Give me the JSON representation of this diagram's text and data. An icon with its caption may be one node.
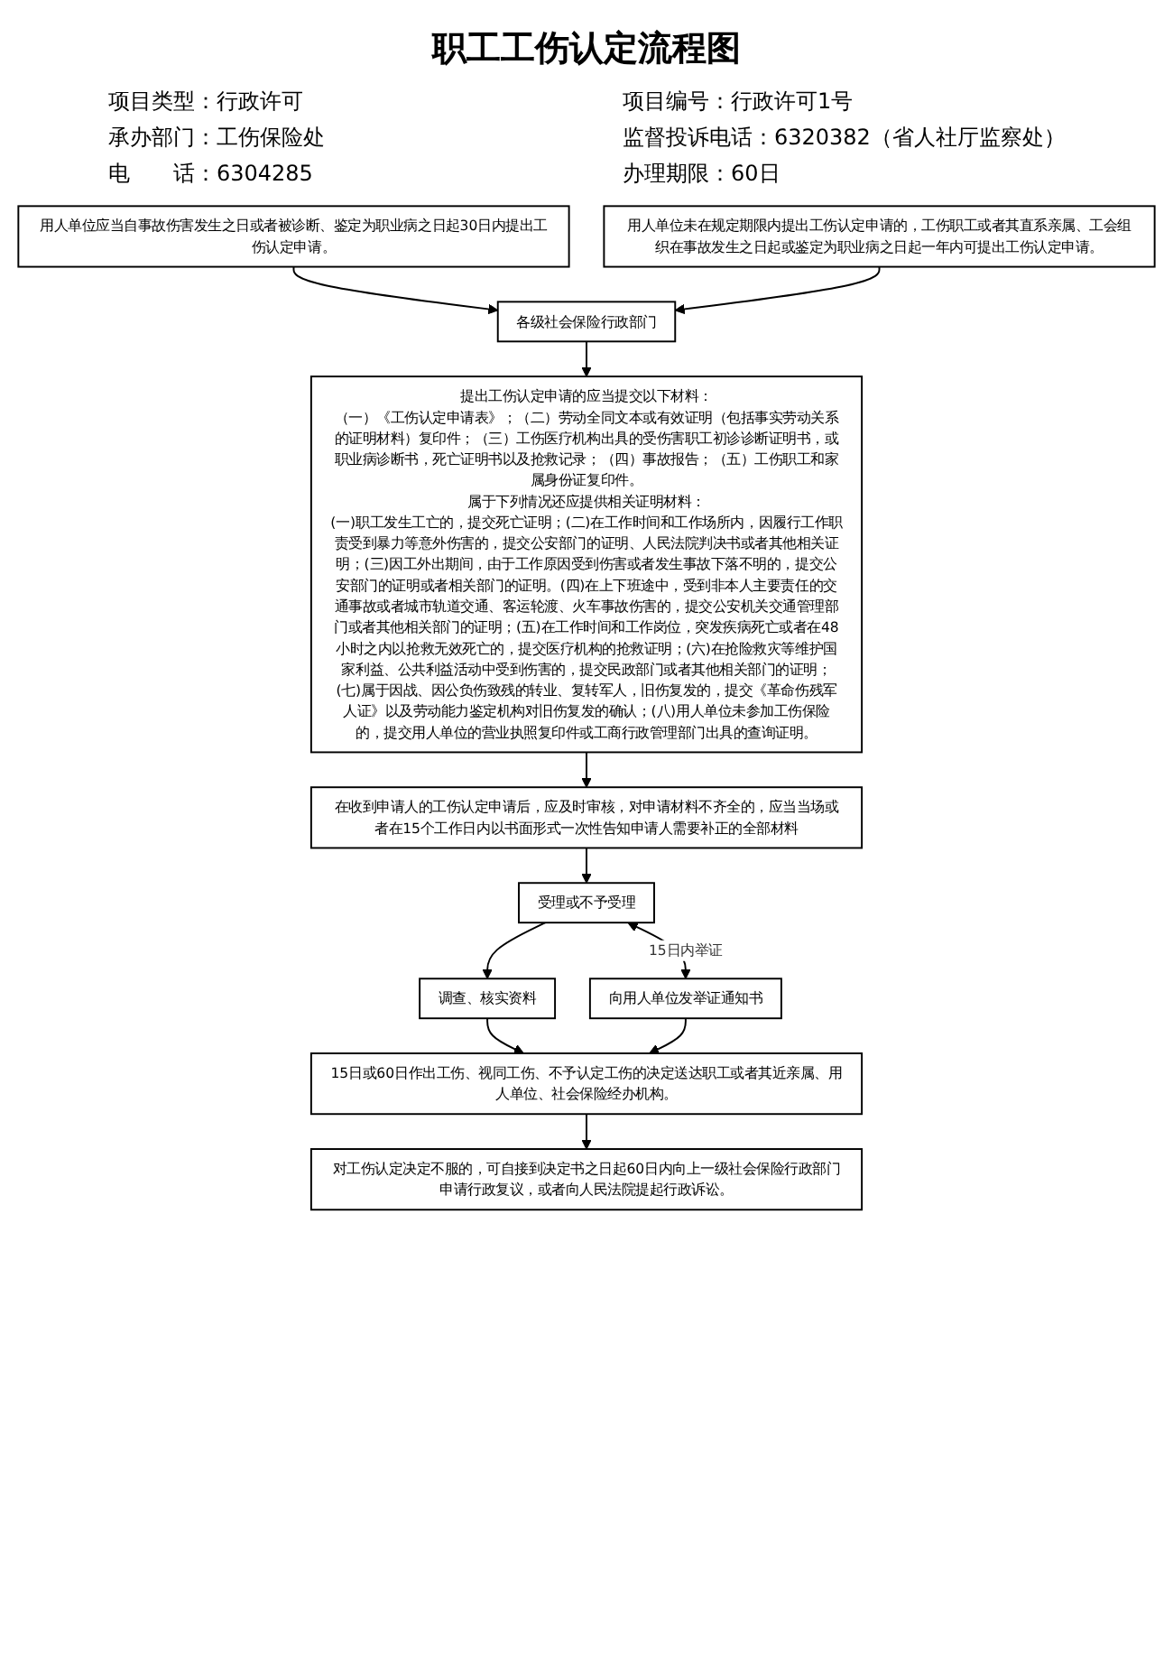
{
  "diagram": {
    "title": "职工工伤认定流程图",
    "nodes": [
      {
        "text": [
          "用人单位应当自事故伤害发生之日或者被诊断、鉴定为职业病之日起30日内提出工伤认定申请。"
        ]
      },
      {
        "text": [
          "用人单位未在规定期限内提出工伤认定申请的，工伤职工或者其直系亲属、工会组织在事故发生之日起或鉴定为职业病之日起一年内可提出工伤认定申请。"
        ]
      },
      {
        "text": [
          "各级社会保险行政部门"
        ]
      },
      {
        "text": [
          "提出工伤认定申请的应当提交以下材料：",
          "（一）《工伤认定申请表》；（二）劳动全同文本或有效证明（包括事实劳动关系的证明材料）复印件；（三）工伤医疗机构出具的受伤害职工初诊诊断证明书，或职业病诊断书，死亡证明书以及抢救记录；（四）事故报告；（五）工伤职工和家属身份证复印件。",
          "属于下列情况还应提供相关证明材料：",
          "(一)职工发生工亡的，提交死亡证明；(二)在工作时间和工作场所内，因履行工作职责受到暴力等意外伤害的，提交公安部门的证明、人民法院判决书或者其他相关证明；(三)因工外出期间，由于工作原因受到伤害或者发生事故下落不明的，提交公安部门的证明或者相关部门的证明。(四)在上下班途中，受到非本人主要责任的交通事故或者城市轨道交通、客运轮渡、火车事故伤害的，提交公安机关交通管理部门或者其他相关部门的证明；(五)在工作时间和工作岗位，突发疾病死亡或者在48小时之内以抢救无效死亡的，提交医疗机构的抢救证明；(六)在抢险救灾等维护国家利益、公共利益活动中受到伤害的，提交民政部门或者其他相关部门的证明；(七)属于因战、因公负伤致残的转业、复转军人，旧伤复发的，提交《革命伤残军人证》以及劳动能力鉴定机构对旧伤复发的确认；(八)用人单位未参加工伤保险的，提交用人单位的营业执照复印件或工商行政管理部门出具的查询证明。"
        ]
      },
      {
        "text": [
          "在收到申请人的工伤认定申请后，应及时审核，对申请材料不齐全的，应当当场或者在15个工作日内以书面形式一次性告知申请人需要补正的全部材料"
        ]
      },
      {
        "text": [
          "受理或不予受理"
        ]
      },
      {
        "text": [
          "调查、核实资料"
        ]
      },
      {
        "text": [
          "向用人单位发举证通知书"
        ]
      },
      {
        "text": [
          "15日或60日作出工伤、视同工伤、不予认定工伤的决定送达职工或者其近亲属、用人单位、社会保险经办机构。"
        ]
      },
      {
        "text": [
          "对工伤认定决定不服的，可自接到决定书之日起60日内向上一级社会保险行政部门申请行政复议，或者向人民法院提起行政诉讼。"
        ]
      }
    ],
    "edges": [
      {
        "from": 0,
        "to": 2,
        "arrow": "to"
      },
      {
        "from": 1,
        "to": 2,
        "arrow": "to"
      },
      {
        "from": 2,
        "to": 3,
        "arrow": "to"
      },
      {
        "from": 3,
        "to": 4,
        "arrow": "to"
      },
      {
        "from": 4,
        "to": 5,
        "arrow": "to"
      },
      {
        "from": 5,
        "to": 6,
        "arrow": "to"
      },
      {
        "from": 5,
        "to": 7,
        "arrow": "both",
        "label": "15日内举证"
      },
      {
        "from": 6,
        "to": 8,
        "arrow": "to"
      },
      {
        "from": 7,
        "to": 8,
        "arrow": "to"
      },
      {
        "from": 8,
        "to": 9,
        "arrow": "to"
      }
    ],
    "labels": [
      "项目类型：行政许可",
      "项目编号：行政许可1号",
      "承办部门：工伤保险处",
      "监督投诉电话：6320382（省人社厅监察处）",
      "电　　话：6304285",
      "办理期限：60日"
    ]
  }
}
